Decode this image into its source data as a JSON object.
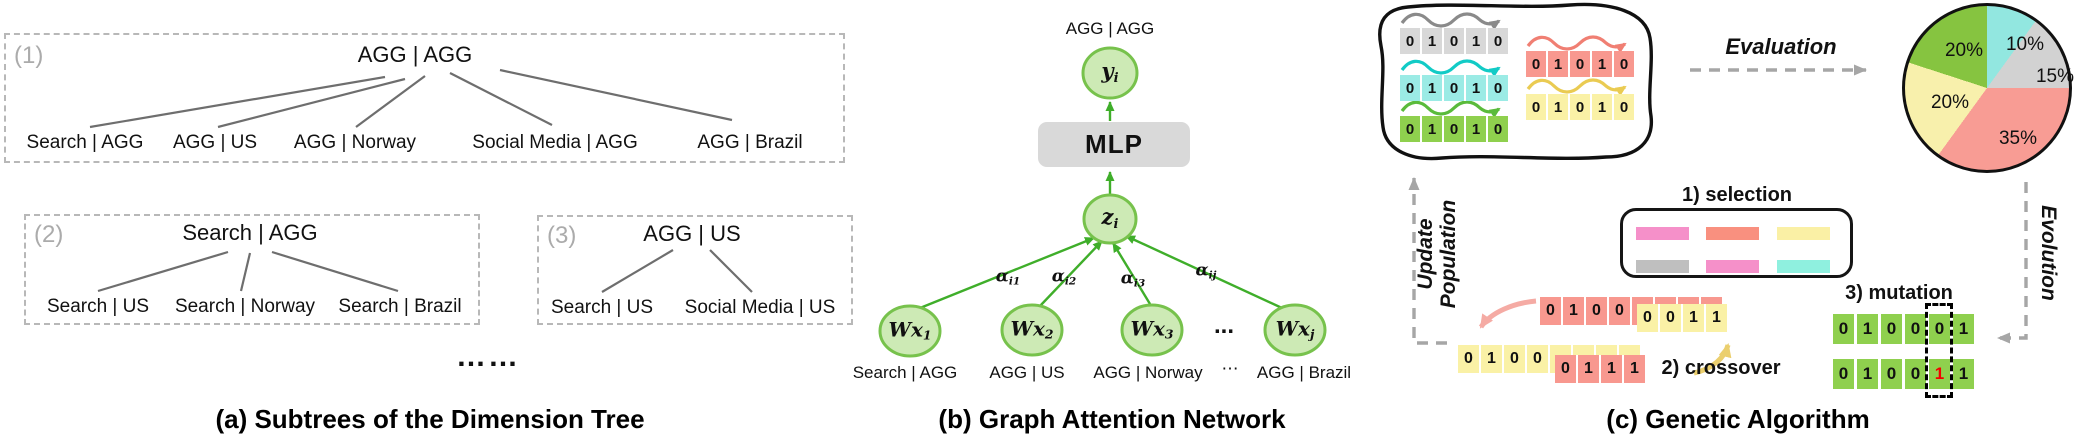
{
  "captions": {
    "a": "(a) Subtrees of the Dimension Tree",
    "b": "(b) Graph Attention Network",
    "c": "(c) Genetic Algorithm"
  },
  "panel_a": {
    "ellipsis": "……",
    "subtrees": [
      {
        "id": "(1)",
        "root": "AGG | AGG",
        "children": [
          "Search | AGG",
          "AGG | US",
          "AGG | Norway",
          "Social Media | AGG",
          "AGG | Brazil"
        ]
      },
      {
        "id": "(2)",
        "root": "Search | AGG",
        "children": [
          "Search | US",
          "Search | Norway",
          "Search | Brazil"
        ]
      },
      {
        "id": "(3)",
        "root": "AGG | US",
        "children": [
          "Search | US",
          "Social Media | US"
        ]
      }
    ]
  },
  "panel_b": {
    "output_label": "AGG | AGG",
    "output_node": {
      "base": "y",
      "sub": "i"
    },
    "mlp": "MLP",
    "hidden_node": {
      "base": "z",
      "sub": "i"
    },
    "node_ellipsis": "...",
    "input_nodes": [
      {
        "base": "Wx",
        "sub": "1"
      },
      {
        "base": "Wx",
        "sub": "2"
      },
      {
        "base": "Wx",
        "sub": "3"
      },
      {
        "base": "Wx",
        "sub": "j"
      }
    ],
    "attention_weights": [
      {
        "base": "α",
        "sub": "i1"
      },
      {
        "base": "α",
        "sub": "i2"
      },
      {
        "base": "α",
        "sub": "i3"
      },
      {
        "base": "α",
        "sub": "ij"
      }
    ],
    "input_labels": [
      "Search | AGG",
      "AGG | US",
      "AGG | Norway",
      "⋯",
      "AGG | Brazil"
    ]
  },
  "panel_c": {
    "evaluation": "Evaluation",
    "evolution": "Evolution",
    "update_line1": "Update",
    "update_line2": "Population",
    "selection_label": "1) selection",
    "crossover_label": "2) crossover",
    "mutation_label": "3) mutation",
    "population": [
      {
        "color": "gray",
        "bits": [
          "0",
          "1",
          "0",
          "1",
          "0"
        ]
      },
      {
        "color": "cyan",
        "bits": [
          "0",
          "1",
          "0",
          "1",
          "0"
        ]
      },
      {
        "color": "green",
        "bits": [
          "0",
          "1",
          "0",
          "1",
          "0"
        ]
      },
      {
        "color": "red",
        "bits": [
          "0",
          "1",
          "0",
          "1",
          "0"
        ]
      },
      {
        "color": "yellow",
        "bits": [
          "0",
          "1",
          "0",
          "1",
          "0"
        ]
      }
    ],
    "pie_slices": [
      {
        "label": "10%",
        "value": 10,
        "color": "#92E7E0"
      },
      {
        "label": "15%",
        "value": 15,
        "color": "#D2D2D2"
      },
      {
        "label": "35%",
        "value": 35,
        "color": "#F89C94"
      },
      {
        "label": "20%",
        "value": 20,
        "color": "#F8F0AC"
      },
      {
        "label": "20%",
        "value": 20,
        "color": "#86C440"
      }
    ],
    "crossover": {
      "p1_left": [
        "0",
        "1",
        "0",
        "0"
      ],
      "p1_right": [
        "0",
        "0",
        "1",
        "1"
      ],
      "p2_left": [
        "0",
        "1",
        "0",
        "0"
      ],
      "p2_right": [
        "0",
        "1",
        "1",
        "1"
      ]
    },
    "mutation": {
      "before": [
        "0",
        "1",
        "0",
        "0",
        "0",
        "1"
      ],
      "after": [
        "0",
        "1",
        "0",
        "0",
        "1",
        "1"
      ],
      "mutated_index": 4,
      "mutated_color": "#F40000"
    },
    "accent_colors": {
      "node_fill": "#CDEAB5",
      "node_stroke": "#77C24C",
      "arrow_green": "#3FAE2A",
      "dashed_gray": "#A6A6A6",
      "pink_bar": "#F590C9",
      "salmon_bar": "#F9907F",
      "yellow_bar": "#FAF0A5",
      "gray_bar": "#BFBFBF",
      "aqua_bar": "#8FF0DF"
    }
  },
  "chart_data": {
    "type": "pie",
    "labels": [
      "10%",
      "15%",
      "35%",
      "20%",
      "20%"
    ],
    "values": [
      10,
      15,
      35,
      20,
      20
    ],
    "colors": [
      "#92E7E0",
      "#D2D2D2",
      "#F89C94",
      "#F8F0AC",
      "#86C440"
    ],
    "title": ""
  }
}
